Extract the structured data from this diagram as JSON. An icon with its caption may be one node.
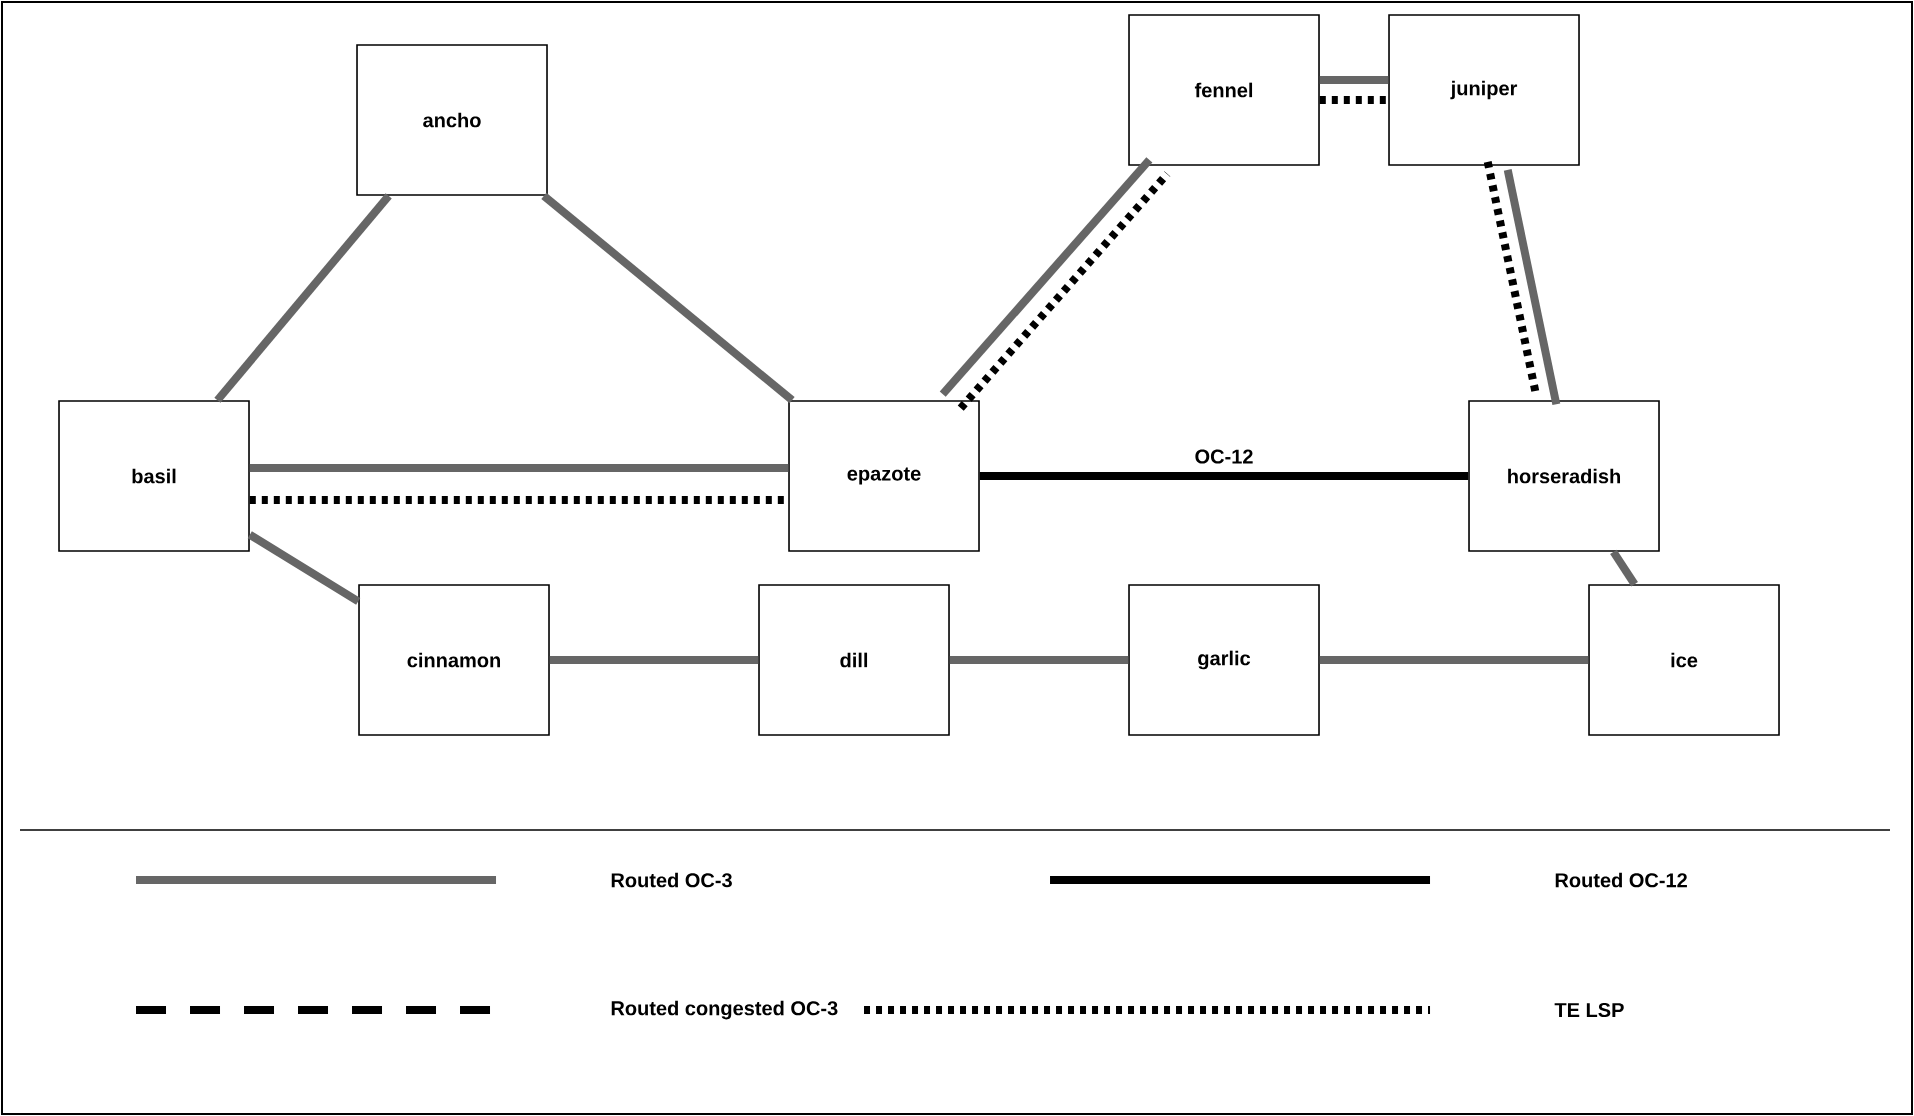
{
  "diagram": {
    "nodes": [
      {
        "text": [
          "ancho"
        ]
      },
      {
        "text": [
          "fennel"
        ]
      },
      {
        "text": [
          "juniper"
        ]
      },
      {
        "text": [
          "basil"
        ]
      },
      {
        "text": [
          "epazote"
        ]
      },
      {
        "text": [
          "horseradish"
        ]
      },
      {
        "text": [
          "cinnamon"
        ]
      },
      {
        "text": [
          "dill"
        ]
      },
      {
        "text": [
          "garlic"
        ]
      },
      {
        "text": [
          "ice"
        ]
      }
    ],
    "edges": [
      {
        "from": 0,
        "to": 3,
        "arrow": "none"
      },
      {
        "from": 0,
        "to": 4,
        "arrow": "none"
      },
      {
        "from": 3,
        "to": 4,
        "arrow": "none"
      },
      {
        "from": 3,
        "to": 4,
        "arrow": "none",
        "style": "dashed",
        "color": "#000000"
      },
      {
        "from": 4,
        "to": 1,
        "arrow": "none"
      },
      {
        "from": 4,
        "to": 1,
        "arrow": "none",
        "style": "dashed",
        "color": "#000000"
      },
      {
        "from": 1,
        "to": 2,
        "arrow": "none"
      },
      {
        "from": 1,
        "to": 2,
        "arrow": "none",
        "style": "dashed",
        "color": "#000000"
      },
      {
        "from": 2,
        "to": 5,
        "arrow": "none"
      },
      {
        "from": 2,
        "to": 5,
        "arrow": "none",
        "style": "dashed",
        "color": "#000000"
      },
      {
        "from": 4,
        "to": 5,
        "arrow": "none",
        "label": "OC-12",
        "color": "#000000"
      },
      {
        "from": 5,
        "to": 9,
        "arrow": "none"
      },
      {
        "from": 3,
        "to": 6,
        "arrow": "none"
      },
      {
        "from": 6,
        "to": 7,
        "arrow": "none"
      },
      {
        "from": 7,
        "to": 8,
        "arrow": "none"
      },
      {
        "from": 8,
        "to": 9,
        "arrow": "none"
      }
    ],
    "legend": [
      {
        "text": "Routed OC-3"
      },
      {
        "text": "Routed OC-12"
      },
      {
        "text": "Routed congested  OC-3"
      },
      {
        "text": "TE LSP"
      }
    ]
  }
}
